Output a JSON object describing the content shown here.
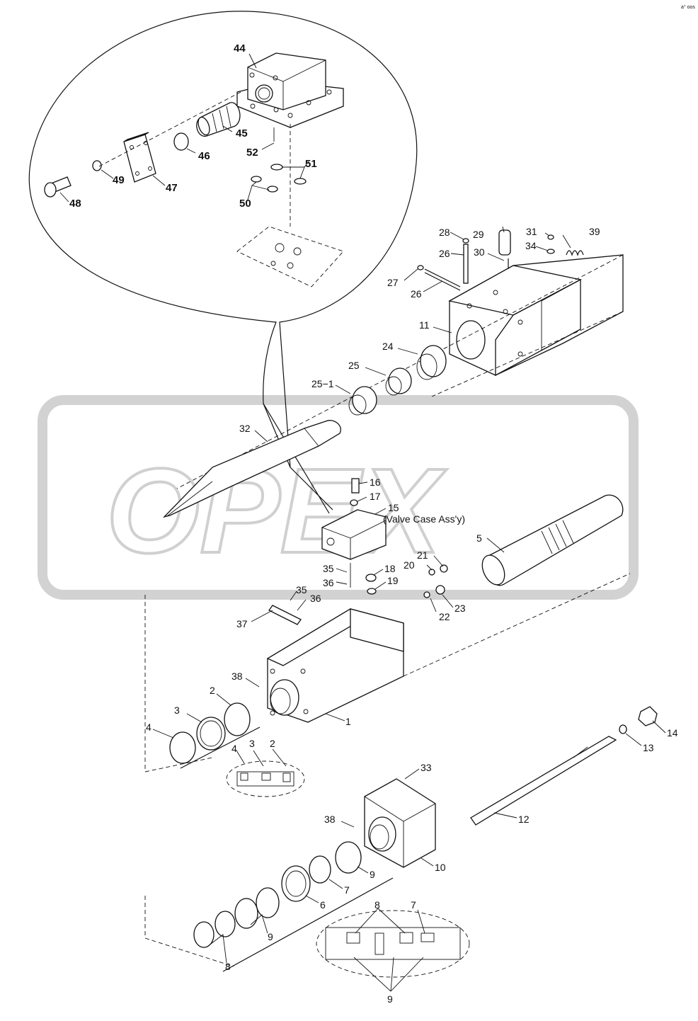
{
  "corner_mark": "a° oos",
  "watermark": "OPEX",
  "callouts": [
    {
      "id": "44",
      "text": "44"
    },
    {
      "id": "45",
      "text": "45"
    },
    {
      "id": "46",
      "text": "46"
    },
    {
      "id": "47",
      "text": "47"
    },
    {
      "id": "48",
      "text": "48"
    },
    {
      "id": "49",
      "text": "49"
    },
    {
      "id": "50",
      "text": "50"
    },
    {
      "id": "51",
      "text": "51"
    },
    {
      "id": "52",
      "text": "52"
    },
    {
      "id": "28",
      "text": "28"
    },
    {
      "id": "29",
      "text": "29"
    },
    {
      "id": "31",
      "text": "31"
    },
    {
      "id": "39",
      "text": "39"
    },
    {
      "id": "34",
      "text": "34"
    },
    {
      "id": "26a",
      "text": "26"
    },
    {
      "id": "30",
      "text": "30"
    },
    {
      "id": "27",
      "text": "27"
    },
    {
      "id": "26b",
      "text": "26"
    },
    {
      "id": "11",
      "text": "11"
    },
    {
      "id": "24",
      "text": "24"
    },
    {
      "id": "25",
      "text": "25"
    },
    {
      "id": "25-1",
      "text": "25−1"
    },
    {
      "id": "32",
      "text": "32"
    },
    {
      "id": "16",
      "text": "16"
    },
    {
      "id": "17",
      "text": "17"
    },
    {
      "id": "15",
      "text": "15"
    },
    {
      "id": "15-desc",
      "text": "(Valve Case Ass'y)"
    },
    {
      "id": "5",
      "text": "5"
    },
    {
      "id": "21",
      "text": "21"
    },
    {
      "id": "20",
      "text": "20"
    },
    {
      "id": "18",
      "text": "18"
    },
    {
      "id": "19",
      "text": "19"
    },
    {
      "id": "35a",
      "text": "35"
    },
    {
      "id": "36a",
      "text": "36"
    },
    {
      "id": "35b",
      "text": "35"
    },
    {
      "id": "36b",
      "text": "36"
    },
    {
      "id": "37",
      "text": "37"
    },
    {
      "id": "22",
      "text": "22"
    },
    {
      "id": "23",
      "text": "23"
    },
    {
      "id": "38a",
      "text": "38"
    },
    {
      "id": "2a",
      "text": "2"
    },
    {
      "id": "3a",
      "text": "3"
    },
    {
      "id": "4a",
      "text": "4"
    },
    {
      "id": "1",
      "text": "1"
    },
    {
      "id": "4b",
      "text": "4"
    },
    {
      "id": "3b",
      "text": "3"
    },
    {
      "id": "2b",
      "text": "2"
    },
    {
      "id": "14",
      "text": "14"
    },
    {
      "id": "13",
      "text": "13"
    },
    {
      "id": "33",
      "text": "33"
    },
    {
      "id": "12",
      "text": "12"
    },
    {
      "id": "38b",
      "text": "38"
    },
    {
      "id": "10",
      "text": "10"
    },
    {
      "id": "9a",
      "text": "9"
    },
    {
      "id": "7a",
      "text": "7"
    },
    {
      "id": "6",
      "text": "6"
    },
    {
      "id": "9b",
      "text": "9"
    },
    {
      "id": "8a",
      "text": "8"
    },
    {
      "id": "8b",
      "text": "8"
    },
    {
      "id": "7b",
      "text": "7"
    },
    {
      "id": "9c",
      "text": "9"
    }
  ]
}
